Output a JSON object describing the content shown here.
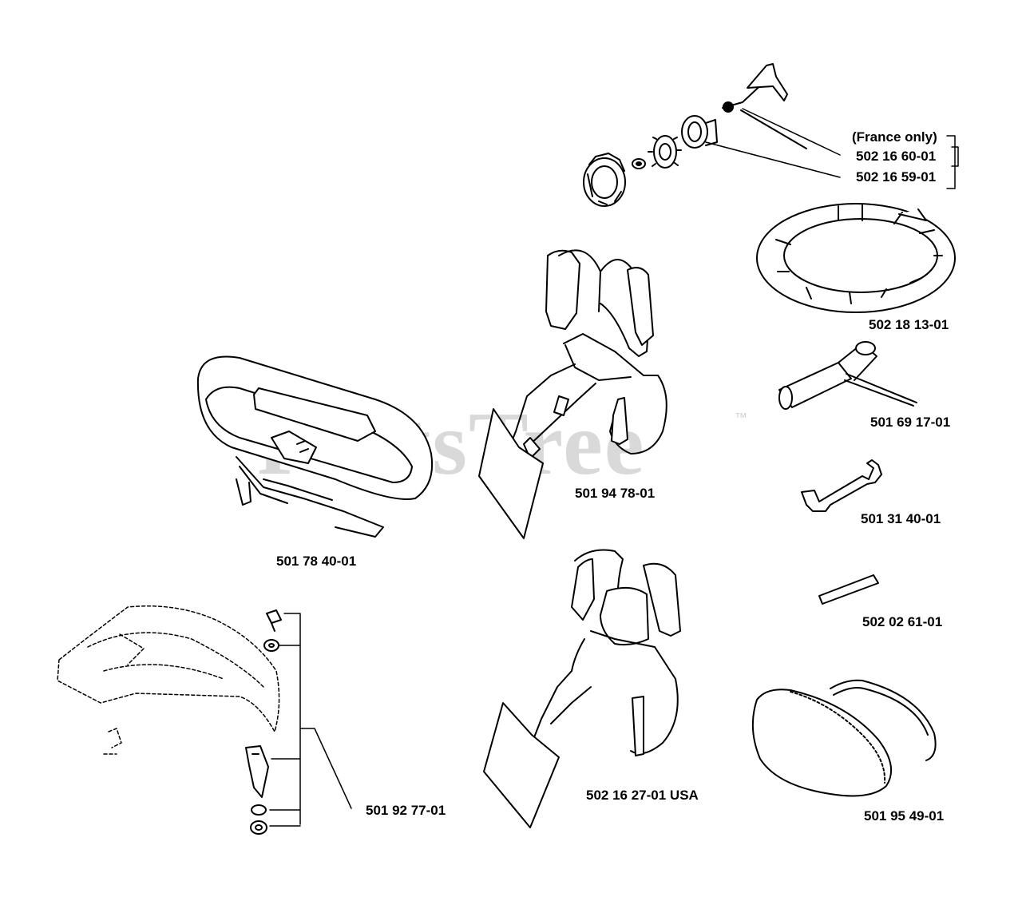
{
  "watermark": {
    "text": "PartsTree",
    "trademark": "™"
  },
  "labels": {
    "france_only": "(France only)",
    "cap_a": "502 16 60-01",
    "cap_b": "502 16 59-01",
    "ring": "502 18 13-01",
    "spark_wrench": "501 69 17-01",
    "open_wrench": "501 31 40-01",
    "pin": "502 02 61-01",
    "ear_protector": "501 95 49-01",
    "harness_1": "501 94 78-01",
    "harness_usa": "502 16 27-01 USA",
    "belt": "501 78 40-01",
    "guard_kit": "501 92 77-01"
  }
}
